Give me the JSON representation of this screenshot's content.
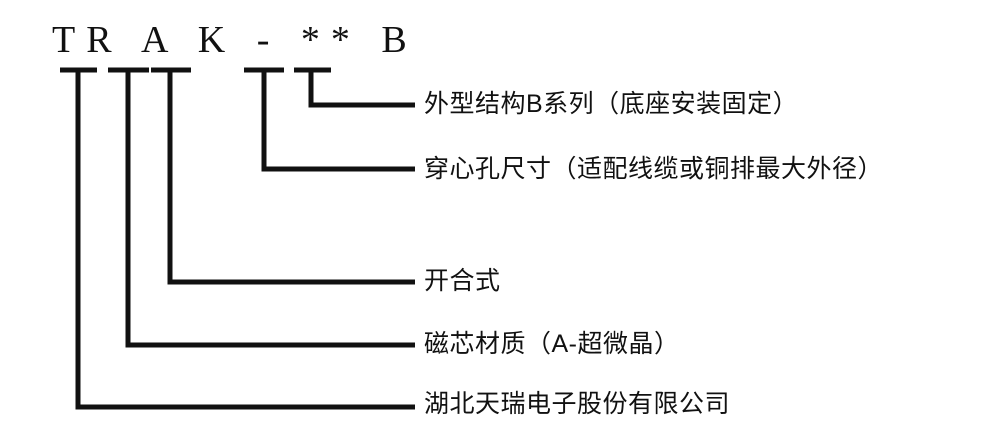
{
  "diagram": {
    "title": "TR A K - ** B",
    "type": "model-code-breakdown",
    "line_color": "#111111",
    "background_color": "#ffffff",
    "segments": [
      {
        "token": "TR",
        "label": "湖北天瑞电子股份有限公司"
      },
      {
        "token": "A",
        "label": "磁芯材质（A-超微晶）"
      },
      {
        "token": "K",
        "label": "开合式"
      },
      {
        "token": "**",
        "label": "穿心孔尺寸（适配线缆或铜排最大外径）"
      },
      {
        "token": "B",
        "label": "外型结构B系列（底座安装固定）"
      }
    ],
    "callouts": [
      {
        "id": "callout-outer-structure",
        "text": "外型结构B系列（底座安装固定）"
      },
      {
        "id": "callout-bore-size",
        "text": "穿心孔尺寸（适配线缆或铜排最大外径）"
      },
      {
        "id": "callout-split-core",
        "text": "开合式"
      },
      {
        "id": "callout-core-material",
        "text": "磁芯材质（A-超微晶）"
      },
      {
        "id": "callout-company",
        "text": "湖北天瑞电子股份有限公司"
      }
    ]
  }
}
